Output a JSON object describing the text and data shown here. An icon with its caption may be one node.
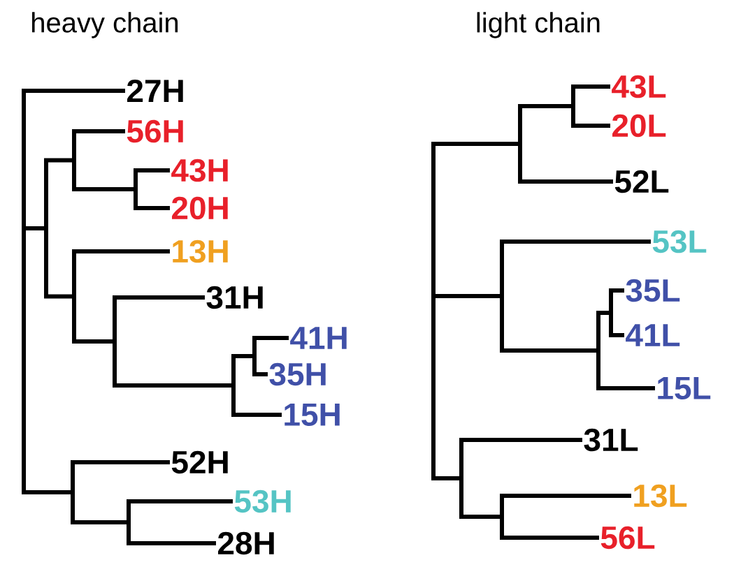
{
  "diagram": {
    "labels": [
      "heavy chain",
      "27H",
      "56H",
      "43H",
      "20H",
      "13H",
      "31H",
      "41H",
      "35H",
      "15H",
      "52H",
      "53H",
      "28H",
      "light chain",
      "43L",
      "20L",
      "52L",
      "53L",
      "35L",
      "41L",
      "15L",
      "31L",
      "13L",
      "56L"
    ]
  }
}
